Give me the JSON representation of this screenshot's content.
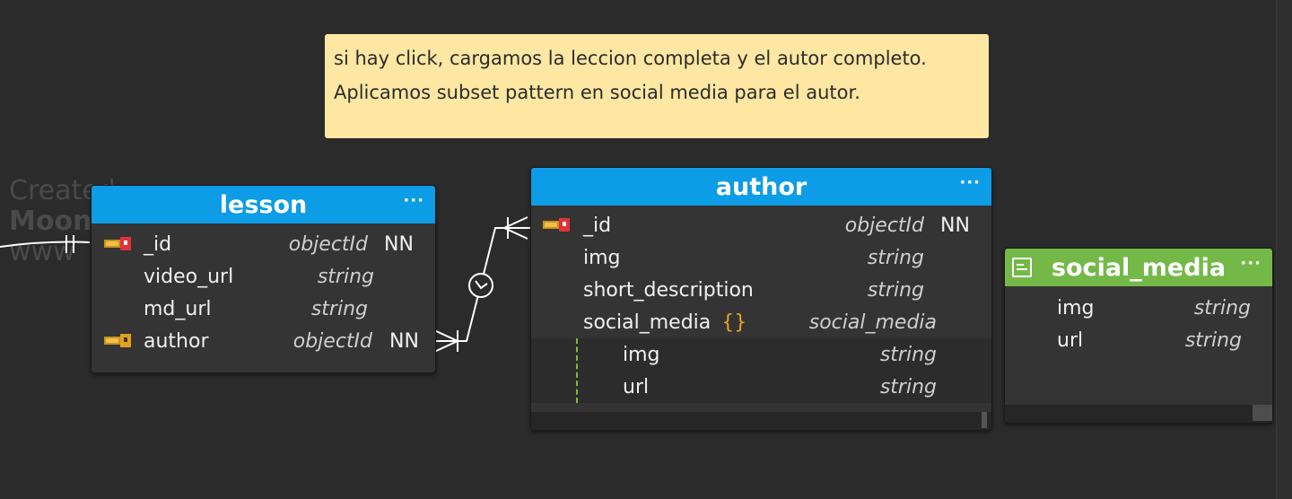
{
  "watermark": {
    "line1": "Created",
    "line2": "Moon",
    "line3": "www"
  },
  "note": {
    "line1": "si hay click, cargamos la leccion completa y el autor completo.",
    "line2": "Aplicamos subset pattern en social media para el autor."
  },
  "colors": {
    "entity_header": "#0d9ce6",
    "subdoc_header": "#74b948",
    "note_bg": "#fde7a2",
    "pk_key": "#e0323a",
    "fk_key": "#e0a020"
  },
  "menu_glyph": "···",
  "tables": {
    "lesson": {
      "title": "lesson",
      "fields": [
        {
          "name": "_id",
          "type": "objectId",
          "nn": "NN",
          "key": "pk-key-icon"
        },
        {
          "name": "video_url",
          "type": "string",
          "nn": ""
        },
        {
          "name": "md_url",
          "type": "string",
          "nn": ""
        },
        {
          "name": "author",
          "type": "objectId",
          "nn": "NN",
          "key": "fk-key-icon"
        }
      ]
    },
    "author": {
      "title": "author",
      "fields": [
        {
          "name": "_id",
          "type": "objectId",
          "nn": "NN",
          "key": "pk-key-icon"
        },
        {
          "name": "img",
          "type": "string",
          "nn": ""
        },
        {
          "name": "short_description",
          "type": "string",
          "nn": ""
        },
        {
          "name": "social_media",
          "type": "social_media",
          "brace": "{}"
        }
      ],
      "nested": [
        {
          "name": "img",
          "type": "string"
        },
        {
          "name": "url",
          "type": "string"
        }
      ]
    },
    "social_media": {
      "title": "social_media",
      "fields": [
        {
          "name": "img",
          "type": "string"
        },
        {
          "name": "url",
          "type": "string"
        }
      ]
    }
  }
}
